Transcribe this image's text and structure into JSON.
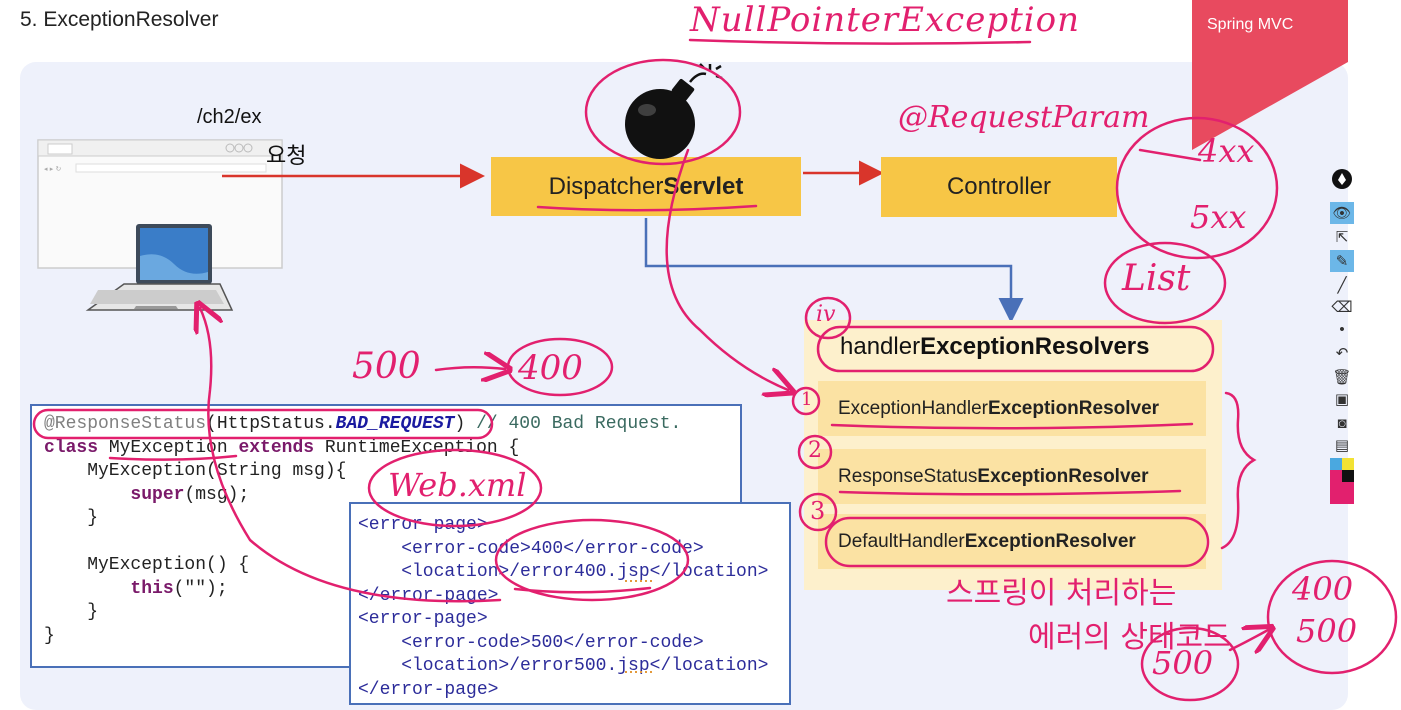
{
  "slide": {
    "title": "5. ExceptionResolver",
    "corner_label": "Spring MVC"
  },
  "request": {
    "path": "/ch2/ex",
    "label": "요청"
  },
  "boxes": {
    "dispatcher_prefix": "Dispatcher",
    "dispatcher_suffix": "Servlet",
    "controller": "Controller"
  },
  "resolvers": {
    "title_prefix": "handler",
    "title_suffix": "ExceptionResolvers",
    "items": [
      {
        "prefix": "ExceptionHandler",
        "suffix": "ExceptionResolver"
      },
      {
        "prefix": "ResponseStatus",
        "suffix": "ExceptionResolver"
      },
      {
        "prefix": "DefaultHandler",
        "suffix": "ExceptionResolver"
      }
    ]
  },
  "code_java": {
    "l1_ann": "@ResponseStatus",
    "l1_a": "(HttpStatus.",
    "l1_b": "BAD_REQUEST",
    "l1_c": ") ",
    "l1_cmt": "// 400 Bad Request.",
    "l2_kw1": "class",
    "l2_a": " MyException ",
    "l2_kw2": "extends",
    "l2_b": " RuntimeException {",
    "l3": "    MyException(String msg){",
    "l4_kw": "        super",
    "l4_b": "(msg);",
    "l5": "    }",
    "l6": "",
    "l7": "    MyException() {",
    "l8_kw": "        this",
    "l8_b": "(\"\");",
    "l9": "    }",
    "l10": "}"
  },
  "code_xml": {
    "lines": [
      "<error-page>",
      "    <error-code>400</error-code>",
      "    <location>/error400.jsp</location>",
      "</error-page>",
      "<error-page>",
      "    <error-code>500</error-code>",
      "    <location>/error500.jsp</location>",
      "</error-page>"
    ]
  },
  "handwriting": {
    "npe": "NullPointerException",
    "reqparam": "@RequestParam",
    "s4xx": "4xx",
    "s5xx": "5xx",
    "list": "List",
    "iv": "iv",
    "n1": "1",
    "n2": "2",
    "n3": "3",
    "s500": "500",
    "s400": "400",
    "webxml": "Web.xml",
    "korean1": "스프링이 처리하는",
    "korean2": "에러의 상태코드",
    "s500b": "500",
    "r400": "400",
    "r500": "500"
  },
  "colors": {
    "accent_red": "#e84a5f",
    "box_yellow": "#f7c646",
    "resolver_bg": "#fdf0cc",
    "resolver_item": "#fbe2a3",
    "pen_magenta": "#e2206e",
    "line_blue": "#4a70b8",
    "arrow_red": "#d9352b",
    "panel_bg": "#eef1fb"
  }
}
